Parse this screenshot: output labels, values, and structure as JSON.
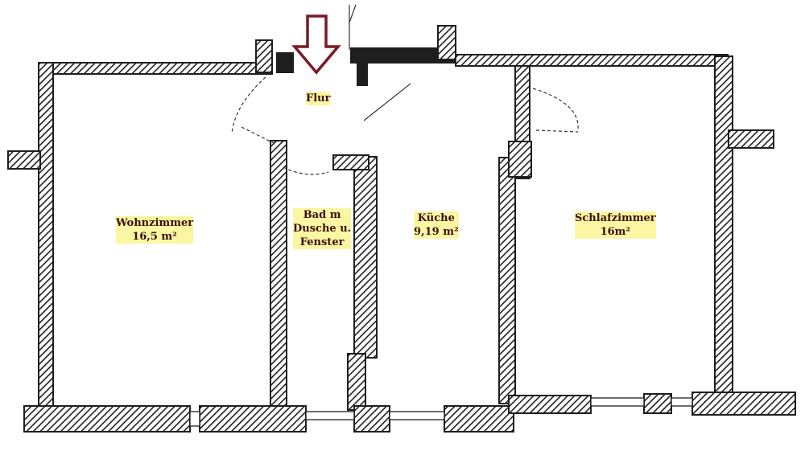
{
  "title": "",
  "colors": {
    "wall": "#1e1e1e",
    "label_highlight": "#fbf6a2",
    "label_text": "#3a1010",
    "entrance_arrow": "#7a1a24"
  },
  "icons": {
    "entrance": "arrow-down-icon"
  },
  "rooms": {
    "flur": {
      "name": "Flur"
    },
    "wohnzimmer": {
      "name": "Wohnzimmer",
      "area": "16,5 m²"
    },
    "bad": {
      "line1": "Bad m",
      "line2": "Dusche u.",
      "line3": "Fenster"
    },
    "kueche": {
      "name": "Küche",
      "area": "9,19 m²"
    },
    "schlafzimmer": {
      "name": "Schlafzimmer",
      "area": "16m²"
    }
  }
}
